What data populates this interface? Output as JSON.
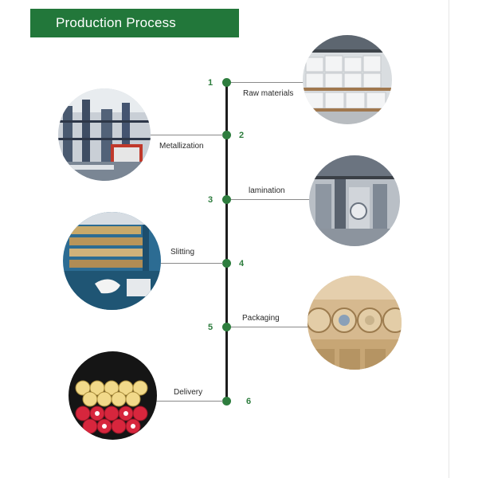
{
  "header": {
    "title": "Production Process"
  },
  "steps": [
    {
      "number": "1",
      "label": "Raw materials"
    },
    {
      "number": "2",
      "label": "Metallization"
    },
    {
      "number": "3",
      "label": "lamination"
    },
    {
      "number": "4",
      "label": "Slitting"
    },
    {
      "number": "5",
      "label": "Packaging"
    },
    {
      "number": "6",
      "label": "Delivery"
    }
  ],
  "colors": {
    "accent": "#22773a",
    "node": "#2e7d3e",
    "spine": "#1d1d1d"
  }
}
